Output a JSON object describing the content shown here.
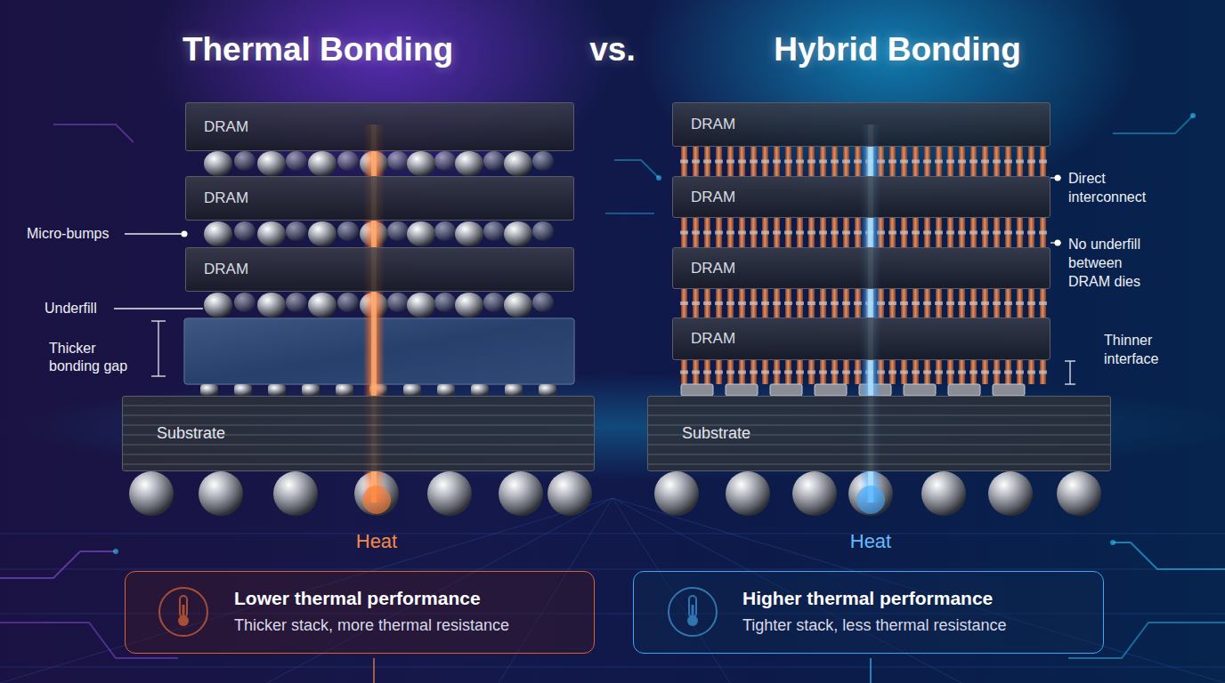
{
  "diagram": {
    "nodes": [
      {
        "text": [
          "DRAM"
        ]
      },
      {
        "text": [
          "DRAM"
        ]
      },
      {
        "text": [
          "DRAM"
        ]
      },
      {
        "text": [
          "Substrate"
        ]
      },
      {
        "text": [
          "DRAM"
        ]
      },
      {
        "text": [
          "DRAM"
        ]
      },
      {
        "text": [
          "DRAM"
        ]
      },
      {
        "text": [
          "DRAM"
        ]
      },
      {
        "text": [
          "Substrate"
        ]
      },
      {
        "text": [
          "Lower thermal performance",
          "Thicker stack, more thermal resistance"
        ]
      },
      {
        "text": [
          "Higher thermal performance",
          "Tighter stack, less thermal resistance"
        ]
      }
    ],
    "labels": [
      "Thermal Bonding",
      "vs.",
      "Hybrid Bonding",
      "Micro-bumps",
      "Underfill",
      "Thicker bonding gap",
      "Direct interconnect",
      "No underfill between DRAM dies",
      "Thinner interface",
      "Heat",
      "Heat"
    ]
  }
}
